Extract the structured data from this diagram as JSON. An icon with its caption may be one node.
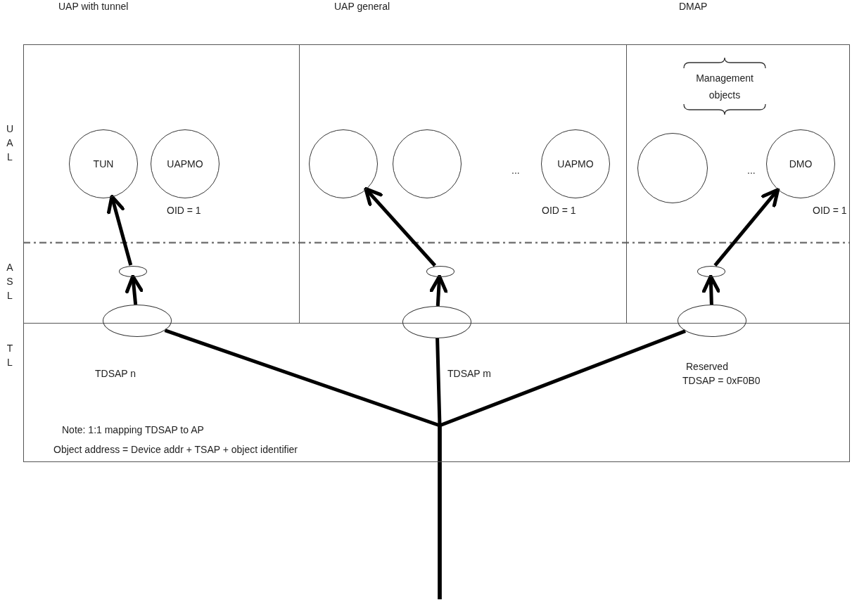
{
  "diagram": {
    "nodes": [
      {
        "text": [
          "UAP with tunnel"
        ]
      },
      {
        "text": [
          "UAP general"
        ]
      },
      {
        "text": [
          "DMAP"
        ]
      },
      {
        "text": [
          "Note: 1:1 mapping TDSAP to AP",
          "Object address = Device addr + TSAP + object identifier"
        ]
      },
      {
        "text": [
          "TUN"
        ],
        "in": 0
      },
      {
        "text": [
          "UAPMO"
        ],
        "in": 0,
        "beside": [
          "OID = 1"
        ]
      },
      {
        "text": [],
        "shape": "circle",
        "in": 1
      },
      {
        "text": [],
        "shape": "circle",
        "in": 1
      },
      {
        "text": [
          "UAPMO"
        ],
        "in": 1,
        "beside": [
          "OID = 1"
        ]
      },
      {
        "text": [],
        "shape": "circle",
        "in": 2
      },
      {
        "text": [
          "DMO"
        ],
        "in": 2,
        "beside": [
          "OID = 1"
        ]
      },
      {
        "text": [],
        "shape": "ellipse",
        "in": 0
      },
      {
        "text": [],
        "shape": "ellipse",
        "in": 1
      },
      {
        "text": [],
        "shape": "ellipse",
        "in": 2
      },
      {
        "text": [],
        "shape": "ellipse"
      },
      {
        "text": [],
        "shape": "ellipse"
      },
      {
        "text": [],
        "shape": "ellipse"
      }
    ],
    "edges": [
      {
        "from": null,
        "to": 14,
        "arrow": "none"
      },
      {
        "from": null,
        "to": 15,
        "arrow": "none"
      },
      {
        "from": null,
        "to": 16,
        "arrow": "none"
      },
      {
        "from": 14,
        "to": 11,
        "arrow": "to"
      },
      {
        "from": 15,
        "to": 12,
        "arrow": "to"
      },
      {
        "from": 16,
        "to": 13,
        "arrow": "to"
      },
      {
        "from": 11,
        "to": 4,
        "arrow": "to"
      },
      {
        "from": 12,
        "to": 6,
        "arrow": "to"
      },
      {
        "from": 13,
        "to": 10,
        "arrow": "to"
      }
    ],
    "labels": [
      "U A L",
      "A S L",
      "T L",
      "Management objects",
      "...",
      "...",
      "TDSAP n",
      "TDSAP m",
      "Reserved",
      "TDSAP = 0xF0B0"
    ]
  }
}
